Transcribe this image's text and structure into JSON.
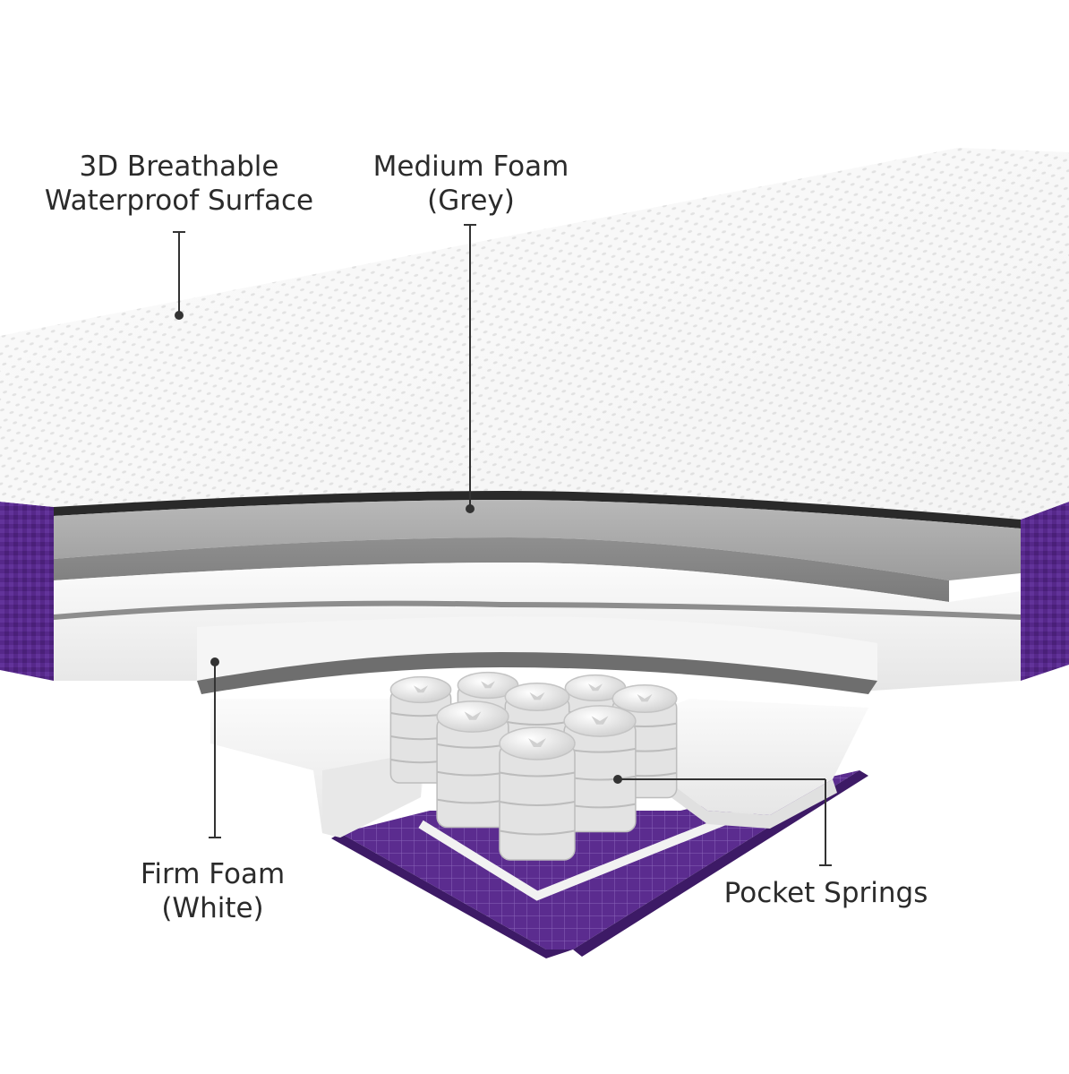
{
  "labels": {
    "surface": {
      "line1": "3D Breathable",
      "line2": "Waterproof Surface"
    },
    "medium_foam": {
      "line1": "Medium Foam",
      "line2": "(Grey)"
    },
    "firm_foam": {
      "line1": "Firm Foam",
      "line2": "(White)"
    },
    "pocket_springs": {
      "line1": "Pocket Springs"
    }
  },
  "colors": {
    "background": "#ffffff",
    "cover_top": "#f7f7f7",
    "cover_texture": "#d9d9d9",
    "border_purple": "#5a2a8c",
    "border_purple_dark": "#3d1a66",
    "grey_foam": "#a9a9a9",
    "white_foam": "#f2f2f2",
    "spring_fabric": "#e9e9e9",
    "leader_line": "#333333",
    "label_text": "#2b2b2b"
  },
  "icons": {
    "leader_end": "dot",
    "leader_start": "tick"
  }
}
